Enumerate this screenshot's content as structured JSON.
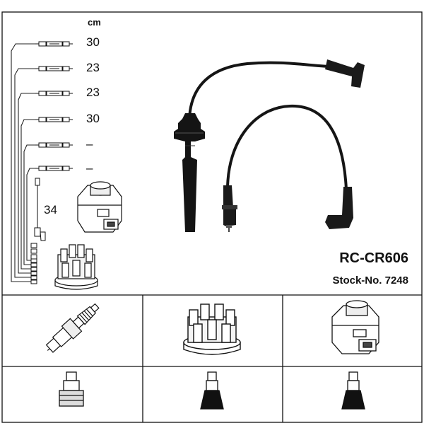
{
  "unit": "cm",
  "lengths": [
    "30",
    "23",
    "23",
    "30",
    "–",
    "–"
  ],
  "side_length": "34",
  "part_code": "RC-CR606",
  "stock_number": "Stock-No. 7248"
}
